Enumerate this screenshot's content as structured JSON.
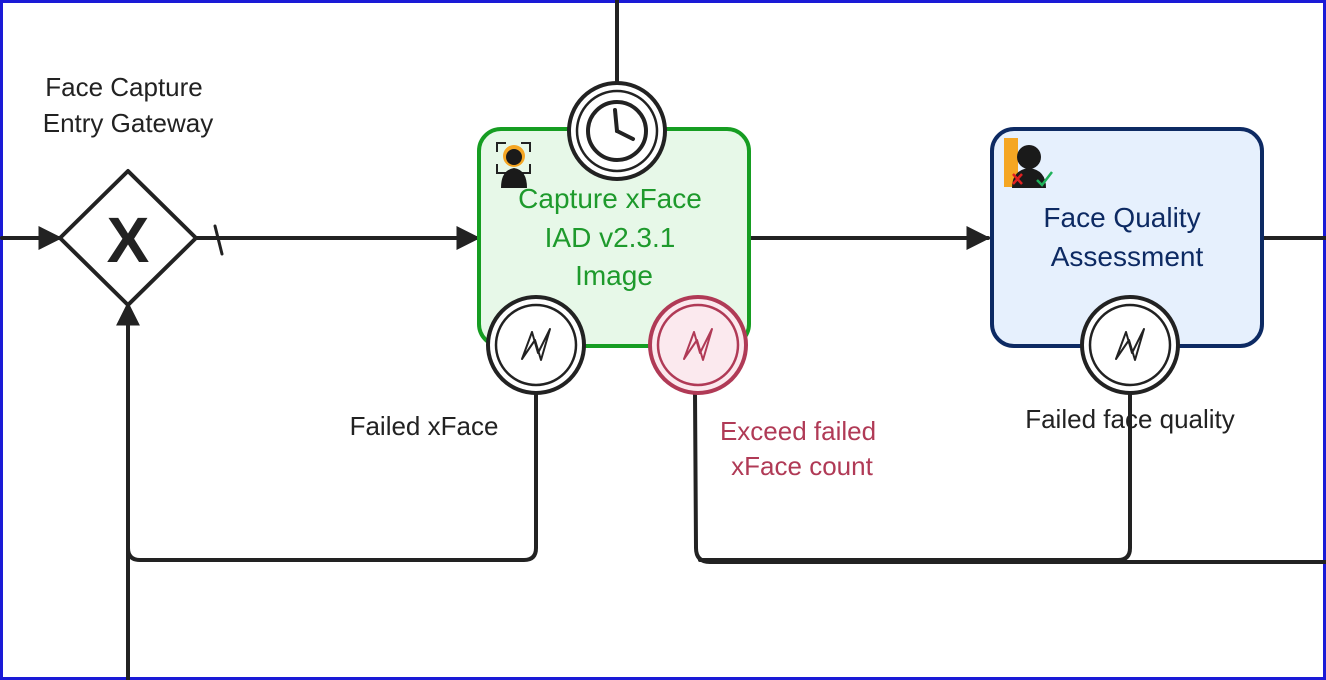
{
  "colors": {
    "flow": "#222222",
    "capture_fill": "#e7f8e8",
    "capture_stroke": "#169d22",
    "capture_text": "#1e9a2c",
    "quality_fill": "#e6f0fd",
    "quality_stroke": "#0d2a63",
    "quality_text": "#0d2a63",
    "critical_event": "#b03a56",
    "frame": "#1a1ad6"
  },
  "gateway": {
    "label_line1": "Face Capture",
    "label_line2": "Entry Gateway",
    "marker": "X",
    "type": "exclusive"
  },
  "capture_task": {
    "line1": "Capture xFace",
    "line2": "IAD v2.3.1",
    "line3": "Image",
    "icon": "face-scan-icon",
    "timer_icon": "clock-icon"
  },
  "quality_task": {
    "line1": "Face Quality",
    "line2": "Assessment",
    "icon": "face-quality-check-icon"
  },
  "events": {
    "failed_xface": "Failed xFace",
    "exceed_line1": "Exceed failed",
    "exceed_line2": "xFace count",
    "failed_quality": "Failed face quality",
    "icon": "error-lightning-icon"
  }
}
